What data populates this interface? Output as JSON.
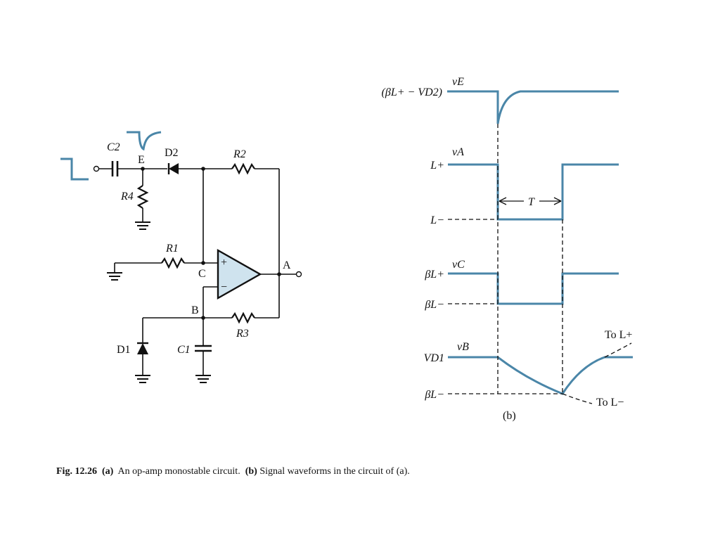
{
  "circuit": {
    "components": {
      "c2": "C2",
      "e": "E",
      "d2": "D2",
      "r2": "R2",
      "r4": "R4",
      "r1": "R1",
      "c": "C",
      "plus": "+",
      "minus": "−",
      "a": "A",
      "b": "B",
      "r3": "R3",
      "d1": "D1",
      "c1": "C1"
    }
  },
  "waveforms": {
    "panel_label": "(b)",
    "t_label": "T",
    "ve": {
      "name": "vE",
      "level_label": "(βL+ − VD2)"
    },
    "va": {
      "name": "vA",
      "high_label": "L+",
      "low_label": "L−"
    },
    "vc": {
      "name": "vC",
      "high_label": "βL+",
      "low_label": "βL−"
    },
    "vb": {
      "name": "vB",
      "high_label": "VD1",
      "low_label": "βL−",
      "to_high": "To L+",
      "to_low": "To L−"
    }
  },
  "caption": {
    "fig": "Fig. 12.26",
    "part_a": "(a)",
    "text_a": "An op-amp monostable circuit.",
    "part_b": "(b)",
    "text_b": "Signal waveforms in the circuit of (a)."
  },
  "colors": {
    "signal": "#4a86a8",
    "opamp_fill": "#cfe3ee",
    "line": "#111111"
  }
}
